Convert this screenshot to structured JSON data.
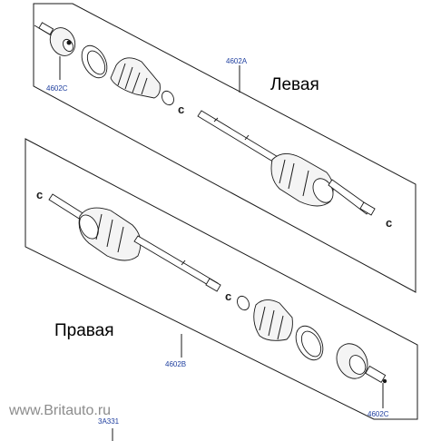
{
  "labels": {
    "left_side": "Левая",
    "right_side": "Правая"
  },
  "part_codes": {
    "left_shaft": "4602A",
    "right_shaft": "4602B",
    "left_outer_joint": "4602C",
    "right_outer_joint": "4602C",
    "assembly": "3A331"
  },
  "watermark": "www.Britauto.ru",
  "colors": {
    "line": "#1a1a1a",
    "part_code": "#1f3f9f",
    "watermark": "#8c8c8c"
  }
}
